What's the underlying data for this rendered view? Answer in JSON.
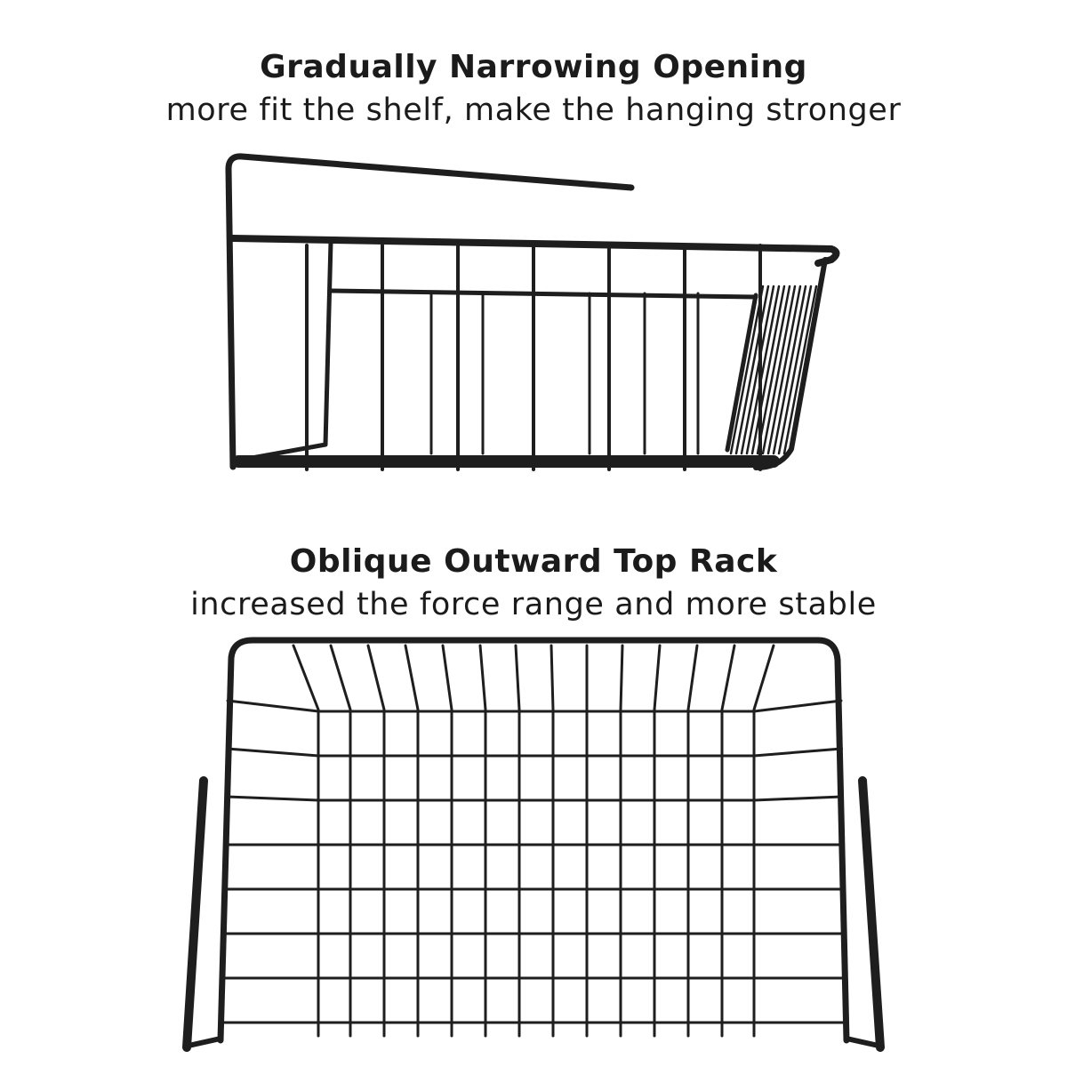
{
  "features": [
    {
      "title": "Gradually Narrowing Opening",
      "subtitle": "more fit the shelf, make the hanging stronger"
    },
    {
      "title": "Oblique Outward Top Rack",
      "subtitle": "increased the force range and more stable"
    }
  ],
  "colors": {
    "background": "#ffffff",
    "wire": "#1e1e1e",
    "text": "#1b1b1b"
  }
}
